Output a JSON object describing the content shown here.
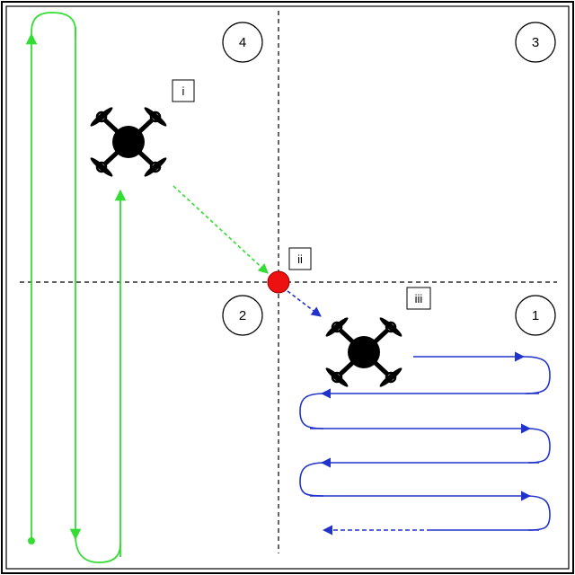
{
  "quadrants": [
    {
      "id": "quadrant-1",
      "label": "1"
    },
    {
      "id": "quadrant-2",
      "label": "2"
    },
    {
      "id": "quadrant-3",
      "label": "3"
    },
    {
      "id": "quadrant-4",
      "label": "4"
    }
  ],
  "markers": [
    {
      "id": "marker-i",
      "label": "i"
    },
    {
      "id": "marker-ii",
      "label": "ii"
    },
    {
      "id": "marker-iii",
      "label": "iii"
    }
  ],
  "colors": {
    "green_path": "#33dd33",
    "blue_path": "#2233cc",
    "waypoint": "#ee1111",
    "drone": "#000000",
    "frame": "#000000"
  },
  "icons": [
    "quadcopter-drone-icon",
    "waypoint-dot-icon"
  ]
}
